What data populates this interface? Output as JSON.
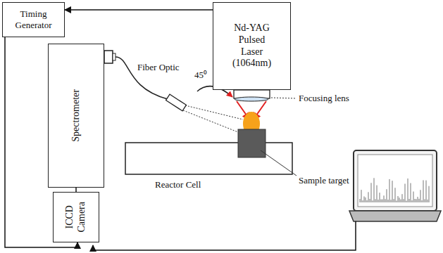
{
  "diagram": {
    "nodes": [
      {
        "text": [
          "Timing Generator"
        ]
      },
      {
        "text": [
          "Nd-YAG Pulsed Laser (1064nm)"
        ]
      },
      {
        "text": [
          "Spectrometer"
        ]
      },
      {
        "text": [
          "ICCD Camera"
        ]
      }
    ],
    "edges": [
      {
        "from": 1,
        "to": 0,
        "arrow": "to"
      },
      {
        "from": 0,
        "to": 3,
        "arrow": "to"
      },
      {
        "from": 2,
        "to": 3,
        "arrow": "none"
      }
    ],
    "labels": [
      "Fiber Optic",
      "45⁰",
      "Focusing lens",
      "Reactor Cell",
      "Sample target"
    ]
  }
}
